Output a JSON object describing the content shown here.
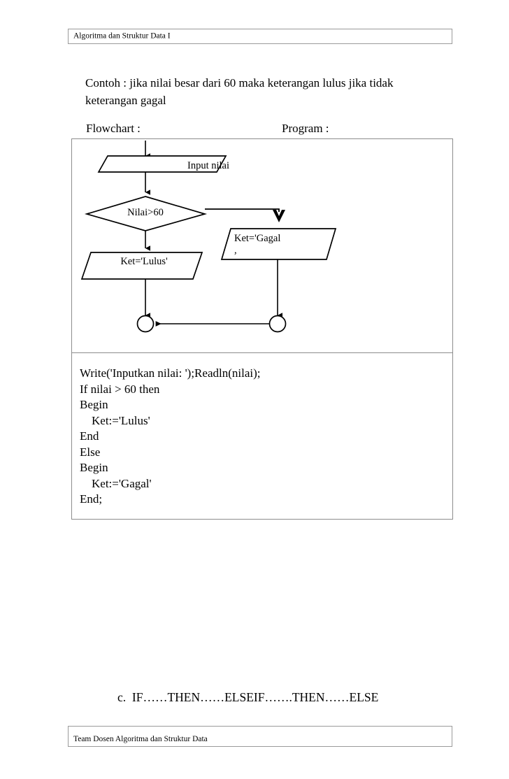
{
  "page": {
    "header": {
      "text": "Algoritma dan Struktur Data I"
    },
    "footer": {
      "text": "Team Dosen Algoritma dan Struktur Data"
    },
    "intro_paragraph": "Contoh : jika nilai besar dari 60 maka keterangan lulus jika tidak keterangan gagal",
    "labels": {
      "flowchart": "Flowchart :",
      "program": "Program :"
    },
    "list_item": "c.  IF……THEN……ELSEIF…….THEN……ELSE"
  },
  "flowchart": {
    "nodes": {
      "input": "Input nilai",
      "decision": "Nilai>60",
      "gagal": "Ket='Gagal\n,",
      "lulus": "Ket='Lulus'"
    }
  },
  "code": {
    "text": "Write('Inputkan nilai: ');Readln(nilai);\nIf nilai > 60 then\nBegin\n    Ket:='Lulus'\nEnd\nElse\nBegin\n    Ket:='Gagal'\nEnd;"
  },
  "colors": {
    "ink": "#000000",
    "box_border": "#8c8c8c",
    "page_background": "#ffffff"
  }
}
